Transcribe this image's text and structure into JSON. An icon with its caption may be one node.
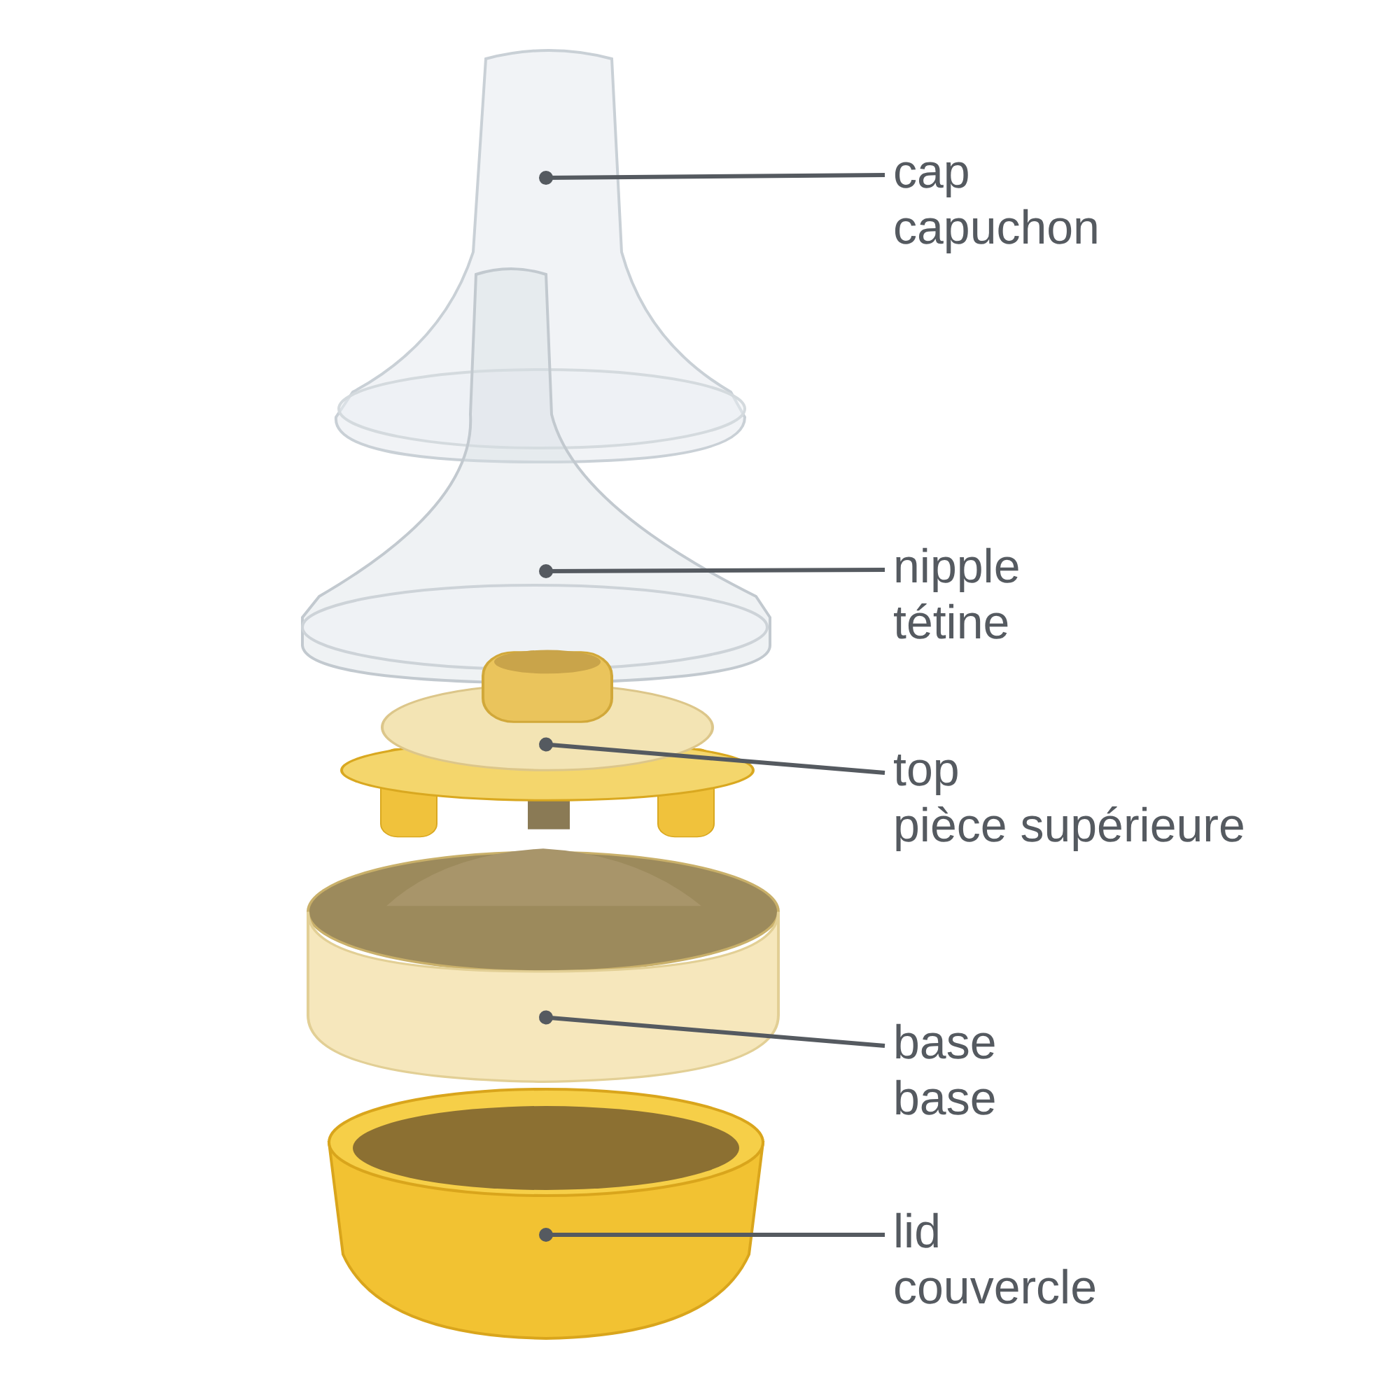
{
  "diagram": {
    "nodes": [
      {
        "text": [],
        "shape": "picture"
      },
      {
        "text": [],
        "shape": "picture"
      },
      {
        "text": [],
        "shape": "picture"
      },
      {
        "text": [],
        "shape": "picture"
      },
      {
        "text": [],
        "shape": "picture"
      },
      {
        "text": [
          "cap",
          "capuchon"
        ]
      },
      {
        "text": [
          "nipple",
          "tétine"
        ]
      },
      {
        "text": [
          "top",
          "pièce supérieure"
        ]
      },
      {
        "text": [
          "base",
          "base"
        ]
      },
      {
        "text": [
          "lid",
          "couvercle"
        ]
      }
    ],
    "edges": [
      {
        "from": 5,
        "to": 0,
        "arrow": "other"
      },
      {
        "from": 6,
        "to": 1,
        "arrow": "other"
      },
      {
        "from": 7,
        "to": 2,
        "arrow": "other"
      },
      {
        "from": 8,
        "to": 3,
        "arrow": "other"
      },
      {
        "from": 9,
        "to": 4,
        "arrow": "other"
      }
    ]
  }
}
